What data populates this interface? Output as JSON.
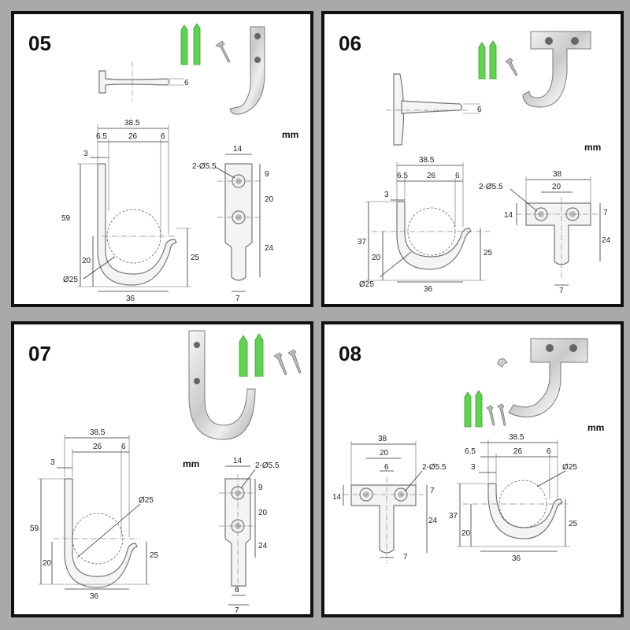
{
  "units": "mm",
  "panels": [
    {
      "id": "05",
      "labels": {
        "side_thickness": "6",
        "total_width": "38.5",
        "w_left": "6.5",
        "w_mid": "26",
        "w_right": "6",
        "hook_offset": "3",
        "height": "59",
        "lower_height": "20",
        "tip_height": "25",
        "diameter": "Ø25",
        "bottom_width": "36",
        "plate_width": "14",
        "holes": "2-Ø5.5",
        "hole_top": "9",
        "hole_gap": "20",
        "stem_len": "24",
        "stem_width": "7"
      }
    },
    {
      "id": "06",
      "labels": {
        "side_thickness": "6",
        "total_width": "38.5",
        "w_left": "6.5",
        "w_mid": "26",
        "w_right": "6",
        "hook_offset": "3",
        "height": "37",
        "lower_height": "20",
        "tip_height": "25",
        "diameter": "Ø25",
        "bottom_width": "36",
        "plate_width": "38",
        "hole_gap": "20",
        "holes": "2-Ø5.5",
        "plate_height": "14",
        "hole_offset": "7",
        "stem_len": "24",
        "stem_width": "7"
      }
    },
    {
      "id": "07",
      "labels": {
        "total_width": "38.5",
        "w_mid": "26",
        "w_right": "6",
        "hook_offset": "3",
        "diameter": "Ø25",
        "height": "59",
        "lower_height": "20",
        "tip_height": "25",
        "bottom_width": "36",
        "plate_width": "14",
        "holes": "2-Ø5.5",
        "hole_top": "9",
        "hole_gap": "20",
        "stem_len": "24",
        "tip_width": "6",
        "stem_width": "7"
      }
    },
    {
      "id": "08",
      "labels": {
        "plate_width": "38",
        "hole_gap": "20",
        "stem_width_top": "6",
        "holes": "2-Ø5.5",
        "plate_height": "14",
        "hole_offset": "7",
        "stem_len": "24",
        "stem_width": "7",
        "total_width": "38.5",
        "w_left": "6.5",
        "w_mid": "26",
        "w_right": "6",
        "hook_offset": "3",
        "diameter": "Ø25",
        "height": "37",
        "lower_height": "20",
        "tip_height": "25",
        "bottom_width": "36"
      }
    }
  ]
}
